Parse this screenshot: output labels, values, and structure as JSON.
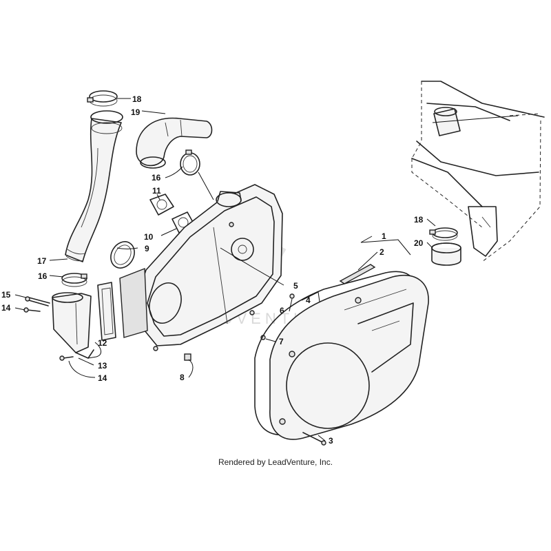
{
  "watermark": {
    "text": "LEADVENTURE"
  },
  "footer": {
    "credit": "Rendered by LeadVenture, Inc."
  },
  "callouts": {
    "c1": "1",
    "c2": "2",
    "c3": "3",
    "c4": "4",
    "c5": "5",
    "c6": "6",
    "c7": "7",
    "c8": "8",
    "c9": "9",
    "c10": "10",
    "c11": "11",
    "c12": "12",
    "c13": "13",
    "c14_upper": "14",
    "c14_lower": "14",
    "c15": "15",
    "c16_upper": "16",
    "c16_lower": "16",
    "c17": "17",
    "c18_left": "18",
    "c18_right": "18",
    "c19": "19",
    "c20": "20"
  }
}
